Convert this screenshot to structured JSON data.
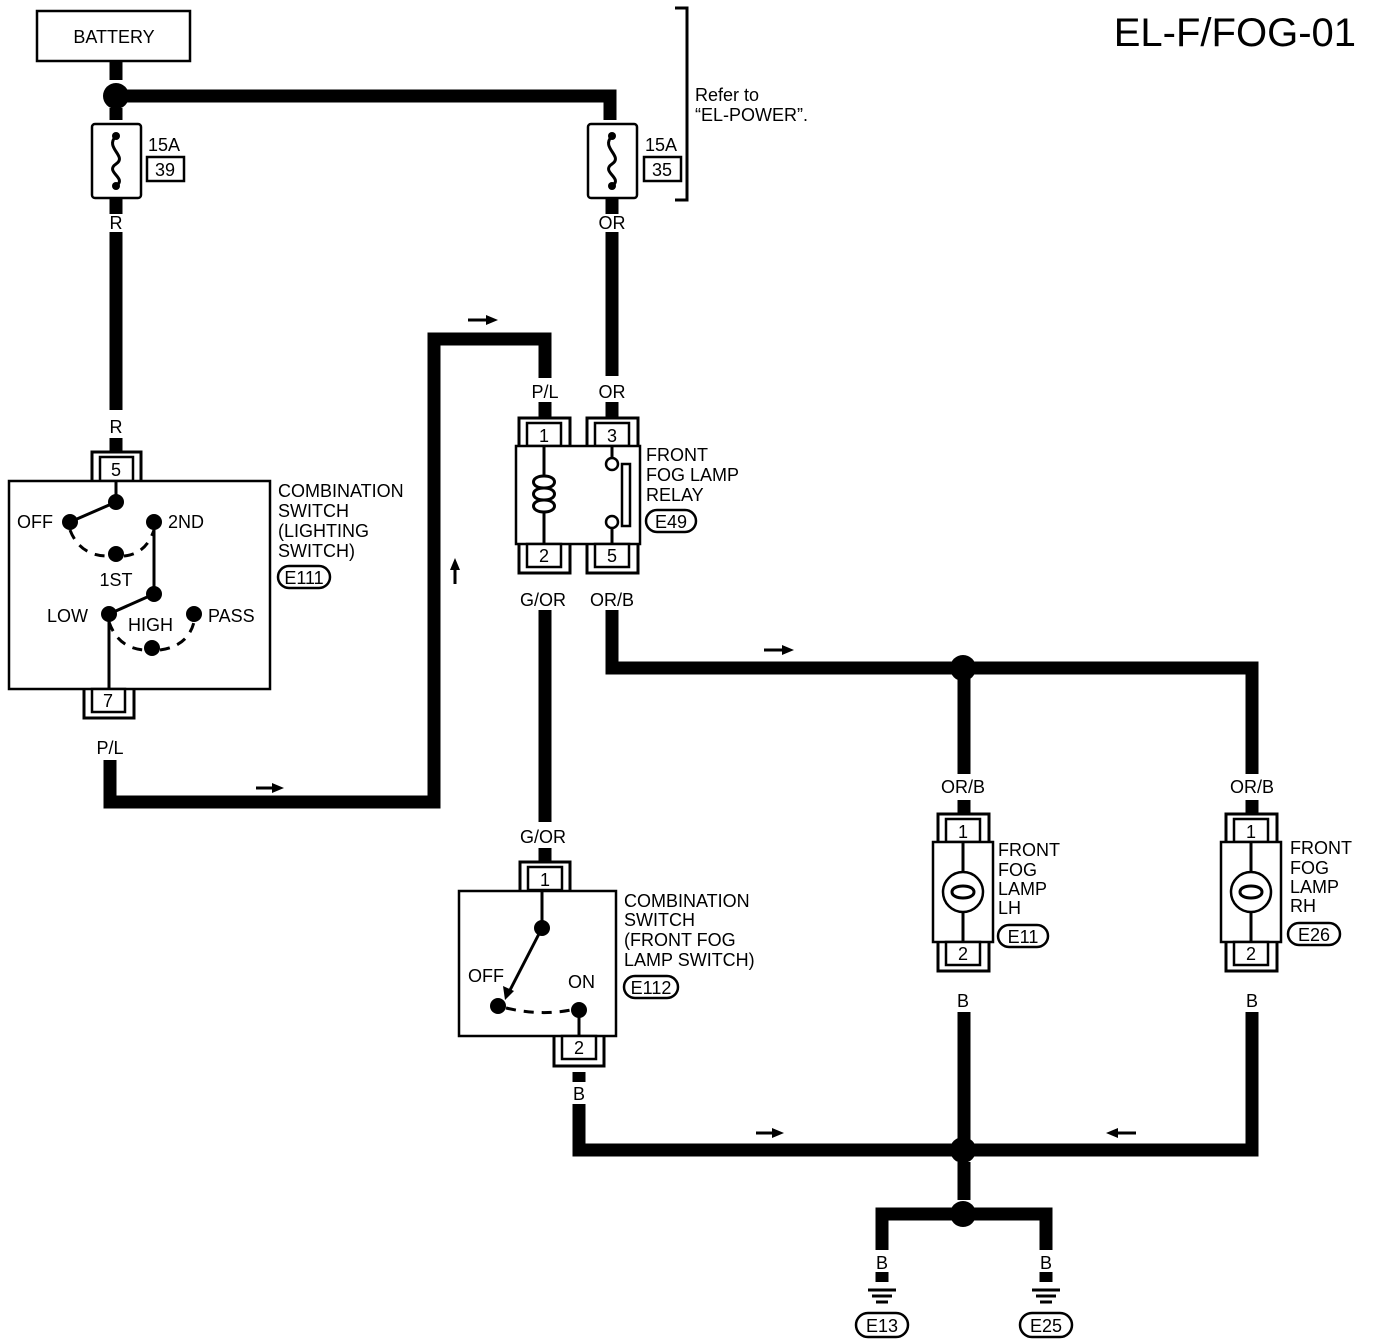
{
  "diagram": {
    "page_code": "EL-F/FOG-01",
    "battery_label": "BATTERY",
    "refer_note": [
      "Refer to",
      "“EL-POWER”."
    ],
    "fuses": [
      {
        "rating": "15A",
        "number": "39"
      },
      {
        "rating": "15A",
        "number": "35"
      }
    ],
    "wire_colors": {
      "r_top": "R",
      "r_bottom": "R",
      "or_top": "OR",
      "or_bottom": "OR",
      "pl_relay": "P/L",
      "pl_switch": "P/L",
      "gor_top": "G/OR",
      "gor_bottom": "G/OR",
      "orb_relay": "OR/B",
      "orb_lh": "OR/B",
      "orb_rh": "OR/B",
      "b_fog_switch": "B",
      "b_lh": "B",
      "b_rh": "B",
      "b_e13": "B",
      "b_e25": "B"
    },
    "lighting_switch": {
      "name_lines": [
        "COMBINATION",
        "SWITCH",
        "(LIGHTING",
        "SWITCH)"
      ],
      "connector": "E111",
      "pin_top": "5",
      "pin_bottom": "7",
      "positions": {
        "off": "OFF",
        "second": "2ND",
        "first": "1ST",
        "low": "LOW",
        "high": "HIGH",
        "pass": "PASS"
      }
    },
    "relay": {
      "name_lines": [
        "FRONT",
        "FOG LAMP",
        "RELAY"
      ],
      "connector": "E49",
      "pins": [
        "1",
        "3",
        "2",
        "5"
      ]
    },
    "fog_switch": {
      "name_lines": [
        "COMBINATION",
        "SWITCH",
        "(FRONT FOG",
        "LAMP SWITCH)"
      ],
      "connector": "E112",
      "pin_top": "1",
      "pin_bottom": "2",
      "positions": {
        "off": "OFF",
        "on": "ON"
      }
    },
    "lamp_lh": {
      "name_lines": [
        "FRONT",
        "FOG",
        "LAMP",
        "LH"
      ],
      "connector": "E11",
      "pin_top": "1",
      "pin_bottom": "2"
    },
    "lamp_rh": {
      "name_lines": [
        "FRONT",
        "FOG",
        "LAMP",
        "RH"
      ],
      "connector": "E26",
      "pin_top": "1",
      "pin_bottom": "2"
    },
    "grounds": [
      "E13",
      "E25"
    ]
  }
}
